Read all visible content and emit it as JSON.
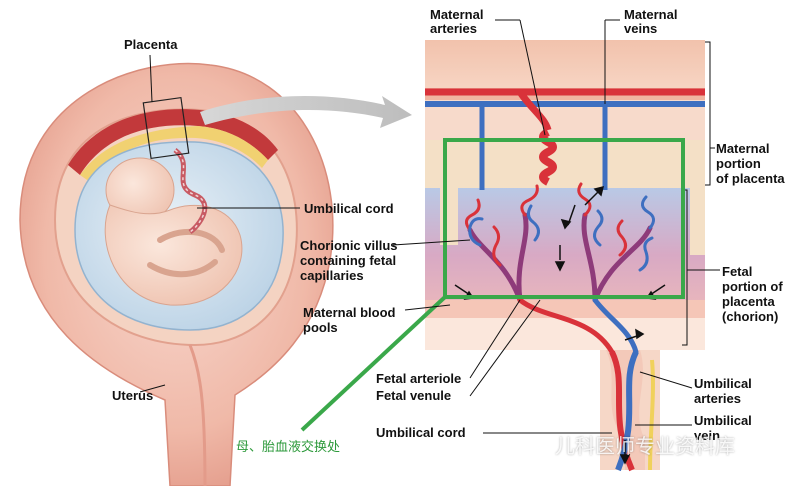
{
  "labels": {
    "placenta": "Placenta",
    "umbilical_cord_left": "Umbilical cord",
    "chorionic_villus": [
      "Chorionic villus",
      "containing fetal",
      "capillaries"
    ],
    "maternal_blood_pools": [
      "Maternal blood",
      "pools"
    ],
    "uterus": "Uterus",
    "maternal_arteries": [
      "Maternal",
      "arteries"
    ],
    "maternal_veins": [
      "Maternal",
      "veins"
    ],
    "maternal_portion": [
      "Maternal",
      "portion",
      "of placenta"
    ],
    "fetal_portion": [
      "Fetal",
      "portion of",
      "placenta",
      "(chorion)"
    ],
    "fetal_arteriole": "Fetal arteriole",
    "fetal_venule": "Fetal venule",
    "umbilical_cord_bottom": "Umbilical cord",
    "umbilical_arteries": [
      "Umbilical",
      "arteries"
    ],
    "umbilical_vein": [
      "Umbilical",
      "vein"
    ]
  },
  "annotation": "母、胎血液交换处",
  "watermark": "儿科医师专业资料库",
  "colors": {
    "highlight_green": "#3aa84a",
    "artery_red": "#d9323a",
    "vein_blue": "#3e6fc0",
    "tissue_pink": "#f3c7b8"
  }
}
